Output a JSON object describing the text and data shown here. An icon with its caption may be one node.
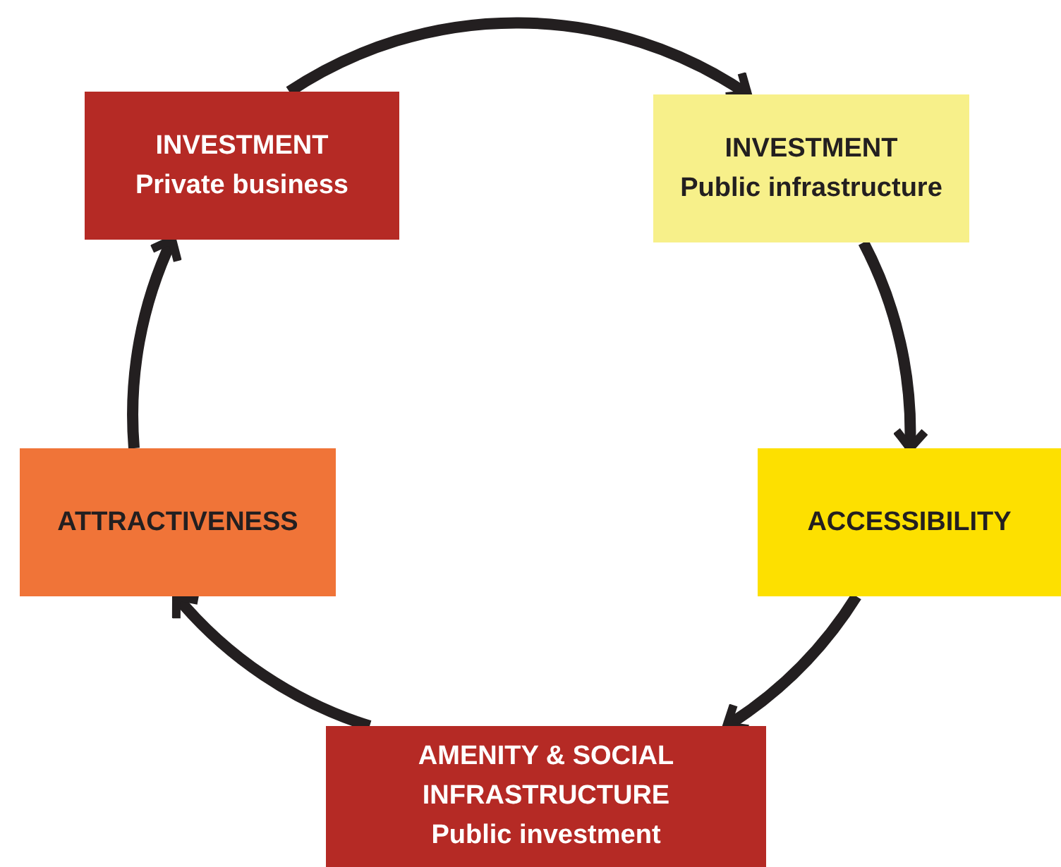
{
  "diagram": {
    "nodes": [
      {
        "text": [
          "INVESTMENT",
          "Private business"
        ]
      },
      {
        "text": [
          "INVESTMENT",
          "Public infrastructure"
        ]
      },
      {
        "text": [
          "ACCESSIBILITY"
        ]
      },
      {
        "text": [
          "AMENITY & SOCIAL INFRASTRUCTURE",
          "Public investment"
        ]
      },
      {
        "text": [
          "ATTRACTIVENESS"
        ]
      }
    ],
    "edges": [
      {
        "from": 0,
        "to": 1,
        "arrow": "to"
      },
      {
        "from": 1,
        "to": 2,
        "arrow": "to"
      },
      {
        "from": 2,
        "to": 3,
        "arrow": "to"
      },
      {
        "from": 3,
        "to": 4,
        "arrow": "to"
      },
      {
        "from": 4,
        "to": 0,
        "arrow": "to"
      }
    ]
  }
}
